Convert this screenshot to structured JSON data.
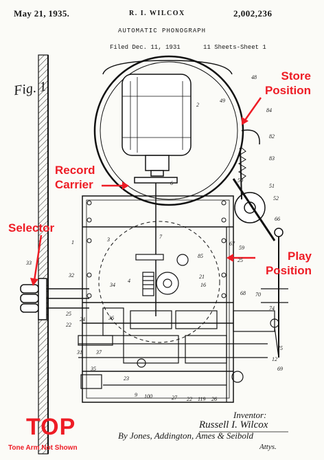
{
  "header": {
    "date": "May 21, 1935.",
    "inventor_name": "R. I. WILCOX",
    "patent_number": "2,002,236",
    "title": "AUTOMATIC PHONOGRAPH",
    "filed": "Filed Dec. 11, 1931",
    "sheets": "11 Sheets-Sheet 1"
  },
  "figure_label": "Fig. 1",
  "annotations": {
    "store_position": [
      "Store",
      "Position"
    ],
    "record_carrier": [
      "Record",
      "Carrier"
    ],
    "selector": "Selector",
    "play_position": [
      "Play",
      "Position"
    ],
    "view": "TOP",
    "tone_arm_note": "Tone Arm Not Shown",
    "color": "#ee1c25"
  },
  "signature": {
    "label": "Inventor:",
    "name": "Russell I. Wilcox",
    "attorneys": "By Jones, Addington, Ames & Seibold",
    "attys": "Attys."
  },
  "reference_numerals": [
    "48",
    "49",
    "2",
    "84",
    "82",
    "83",
    "6",
    "50",
    "51",
    "52",
    "66",
    "1",
    "3",
    "7",
    "85",
    "59",
    "25",
    "33",
    "32",
    "34",
    "4",
    "21",
    "16",
    "25",
    "22",
    "36",
    "24",
    "67",
    "68",
    "74",
    "70",
    "75",
    "12",
    "69",
    "9",
    "100",
    "27",
    "22",
    "119",
    "26",
    "23",
    "31",
    "35",
    "37"
  ]
}
